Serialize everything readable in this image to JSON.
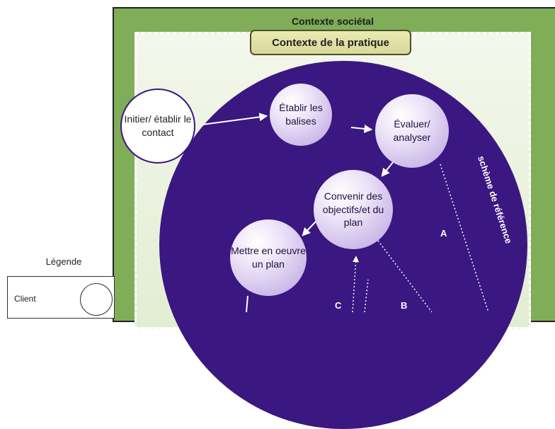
{
  "contexts": {
    "societal": "Contexte sociétal",
    "practice": "Contexte de la pratique",
    "frame_label": "schème de référence"
  },
  "nodes": {
    "initier": "Initier/ établir le contact",
    "balises": "Établir les balises",
    "evaluer": "Évaluer/ analyser",
    "convenir": "Convenir des objectifs/et du plan",
    "mettre": "Mettre en oeuvre un plan"
  },
  "path_labels": {
    "a": "A",
    "b": "B",
    "c": "C"
  },
  "legend": {
    "title": "Légende",
    "client_label": "Client"
  },
  "colors": {
    "outer": "#7fad58",
    "circle": "#3a1781",
    "node": "#e6dcf5"
  }
}
